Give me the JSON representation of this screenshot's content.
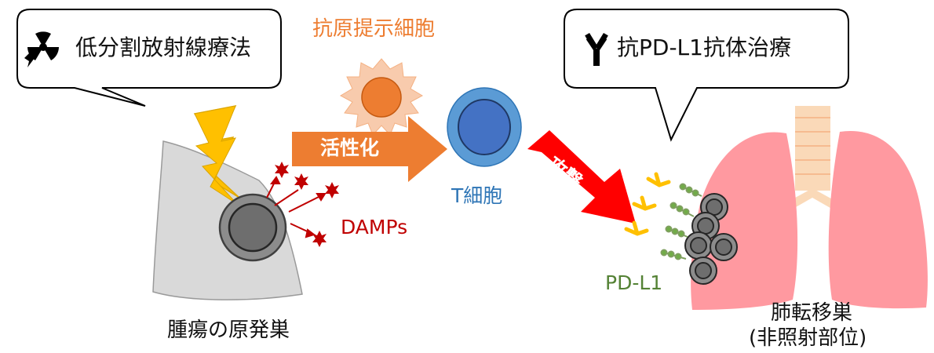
{
  "callouts": {
    "radiation_therapy": "低分割放射線療法",
    "pd_l1_therapy": "抗PD-L1抗体治療"
  },
  "labels": {
    "antigen_presenting_cell": "抗原提示細胞",
    "activation": "活性化",
    "t_cell": "T細胞",
    "attack": "攻撃",
    "damps": "DAMPs",
    "pd_l1": "PD-L1",
    "primary_tumor": "腫瘍の原発巣",
    "lung_metastasis_line1": "肺転移巣",
    "lung_metastasis_line2": "(非照射部位)"
  },
  "colors": {
    "apc_text": "#ED7D31",
    "arrow_orange": "#ED7D31",
    "t_cell_text": "#2E75B6",
    "t_cell_inner": "#4472C4",
    "t_cell_outer": "#5B9BD5",
    "damps_red": "#C00000",
    "attack_red": "#FF0000",
    "pd_l1_green": "#548235",
    "antibody_yellow": "#FFC000",
    "lung_pink": "#FF99A0",
    "trachea_peach": "#FAD9B8",
    "tumor_grey": "#D9D9D9",
    "lightning_yellow": "#FFC000"
  },
  "icons": {
    "radiation": "radiation-icon",
    "antibody": "antibody-icon"
  }
}
